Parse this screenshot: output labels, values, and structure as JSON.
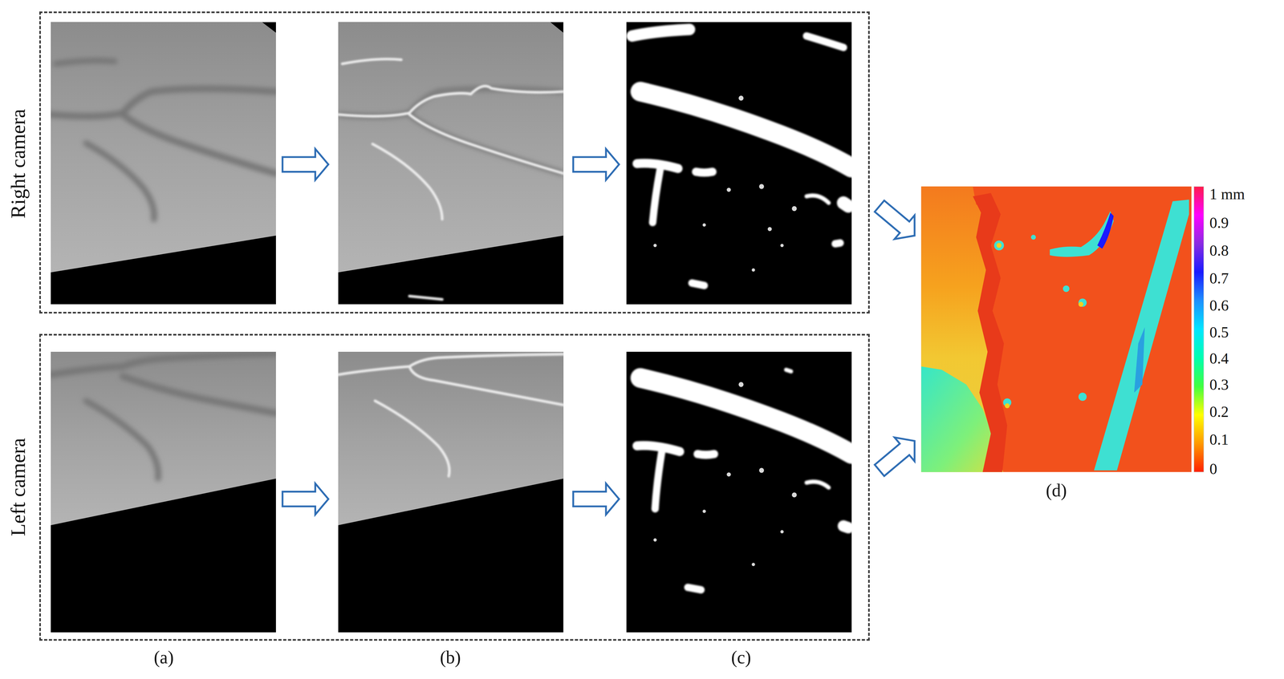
{
  "diagram": {
    "nodes": [
      {
        "text": [
          "Right camera"
        ]
      },
      {
        "text": [
          "Left camera"
        ]
      }
    ],
    "labels": [
      "(a)",
      "(b)",
      "(c)",
      "(d)",
      "1 mm",
      "0.9",
      "0.8",
      "0.7",
      "0.6",
      "0.5",
      "0.4",
      "0.3",
      "0.2",
      "0.1",
      "0"
    ]
  }
}
